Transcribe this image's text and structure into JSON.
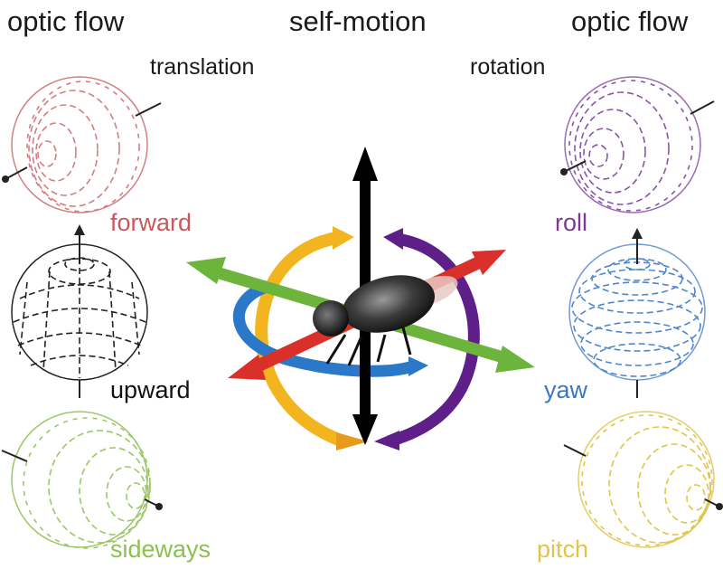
{
  "headings": {
    "left": "optic flow",
    "center": "self-motion",
    "right": "optic flow"
  },
  "groups": {
    "translation": "translation",
    "rotation": "rotation"
  },
  "motions": {
    "forward": {
      "label": "forward",
      "color": "#c9585c"
    },
    "upward": {
      "label": "upward",
      "color": "#111111"
    },
    "sideways": {
      "label": "sideways",
      "color": "#8cc04f"
    },
    "roll": {
      "label": "roll",
      "color": "#7a3a96"
    },
    "yaw": {
      "label": "yaw",
      "color": "#3b78c3"
    },
    "pitch": {
      "label": "pitch",
      "color": "#e1c44a"
    }
  },
  "arrow_colors": {
    "vertical": "#000000",
    "forward_axis": "#d9302a",
    "sideways_axis": "#6db43c",
    "yaw_ring": "#2b78c8",
    "pitch_ring": "#f2b51f",
    "roll_ring": "#5e2088"
  }
}
